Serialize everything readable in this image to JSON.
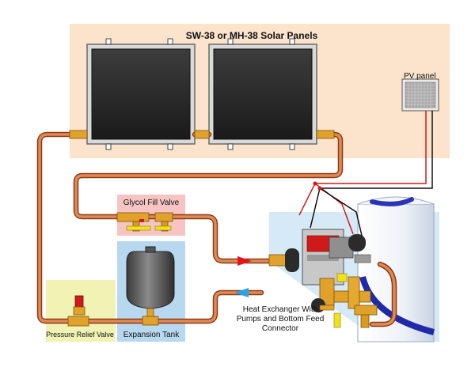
{
  "title": "SW-38 or MH-38 Solar Panels",
  "labels": {
    "pv_panel": "PV panel",
    "glycol_fill_valve": "Glycol Fill Valve",
    "pressure_relief_valve": "Pressure Relief Valve",
    "expansion_tank": "Expansion Tank",
    "heat_exchanger": "Heat Exchanger With Pumps and Bottom Feed Connector"
  },
  "colors": {
    "panel_background": "#fbe3cc",
    "glycol_box": "#f7c4c4",
    "relief_box": "#f0f3b4",
    "tank_box": "#b7d8ef",
    "pipe_copper": "#d0703a",
    "pipe_outline": "#8a3a16",
    "flow_arrow_supply": "#e3141a",
    "flow_arrow_return": "#2aa3e4",
    "wire_red": "#d01a1a",
    "wire_black": "#111111",
    "brass": "#e0a22a"
  }
}
